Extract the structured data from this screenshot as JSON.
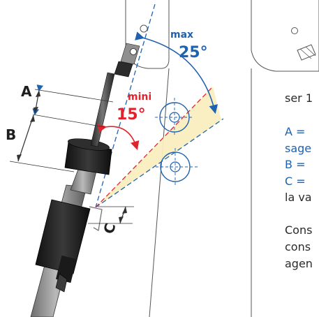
{
  "labels": {
    "dim_a": "A",
    "dim_b": "B",
    "dim_c": "C",
    "max_caption": "max",
    "max_angle": "25°",
    "mini_caption": "mini",
    "mini_angle": "15°"
  },
  "side_text": {
    "line_1": "ser 1",
    "line_2": "A =",
    "line_3": "sage",
    "line_4": "B =",
    "line_5": "C =",
    "line_6": "la va",
    "line_7": "Cons",
    "line_8": "cons",
    "line_9": "agen"
  },
  "colors": {
    "blue": "#1f62b0",
    "red": "#e3232b",
    "cone": "#faeec0",
    "dark": "#2a2a2a"
  }
}
